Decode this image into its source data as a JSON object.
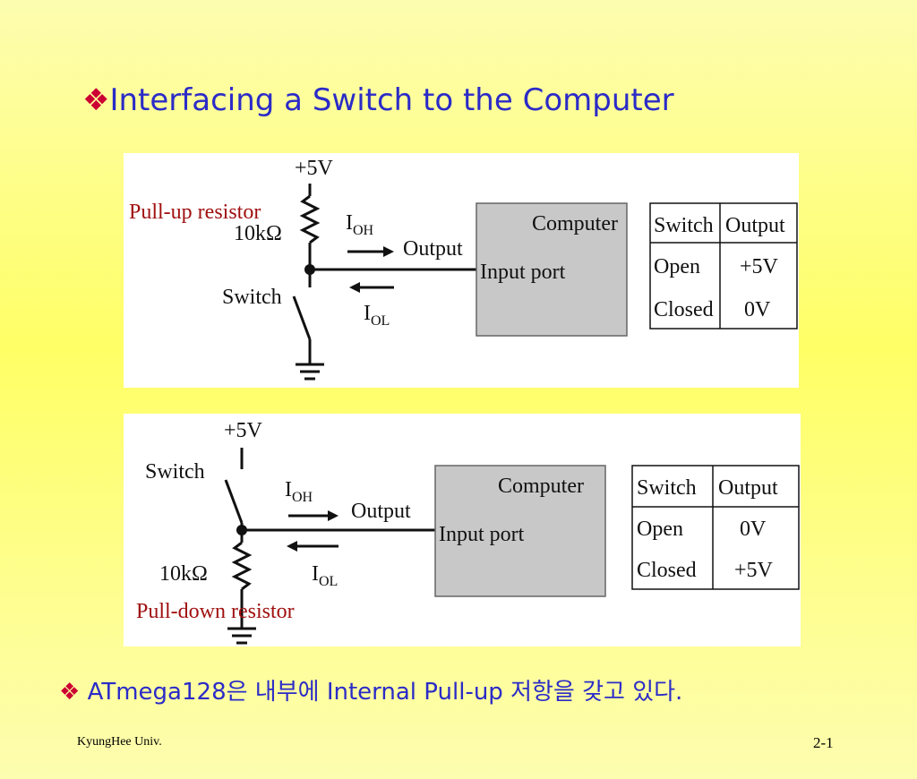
{
  "title": "Interfacing a Switch to the Computer",
  "bullet_glyph": "❖",
  "pullup": {
    "supply": "+5V",
    "resistor_label": "Pull-up resistor",
    "resistor_value": "10kΩ",
    "switch_label": "Switch",
    "ioh_main": "I",
    "ioh_sub": "OH",
    "iol_main": "I",
    "iol_sub": "OL",
    "output_label": "Output",
    "box_title": "Computer",
    "box_port": "Input port",
    "table": {
      "headers": [
        "Switch",
        "Output"
      ],
      "rows": [
        [
          "Open",
          "+5V"
        ],
        [
          "Closed",
          "0V"
        ]
      ]
    }
  },
  "pulldown": {
    "supply": "+5V",
    "resistor_label": "Pull-down resistor",
    "resistor_value": "10kΩ",
    "switch_label": "Switch",
    "ioh_main": "I",
    "ioh_sub": "OH",
    "iol_main": "I",
    "iol_sub": "OL",
    "output_label": "Output",
    "box_title": "Computer",
    "box_port": "Input port",
    "table": {
      "headers": [
        "Switch",
        "Output"
      ],
      "rows": [
        [
          "Open",
          "0V"
        ],
        [
          "Closed",
          "+5V"
        ]
      ]
    }
  },
  "note": "ATmega128은 내부에 Internal Pull-up 저항을 갖고 있다.",
  "footer": {
    "left": "KyungHee Univ.",
    "right": "2-1"
  },
  "colors": {
    "title": "#2b2bc8",
    "bullet": "#cc0033",
    "resistor_label": "#a01010",
    "computer_box": "#c8c8c8"
  }
}
